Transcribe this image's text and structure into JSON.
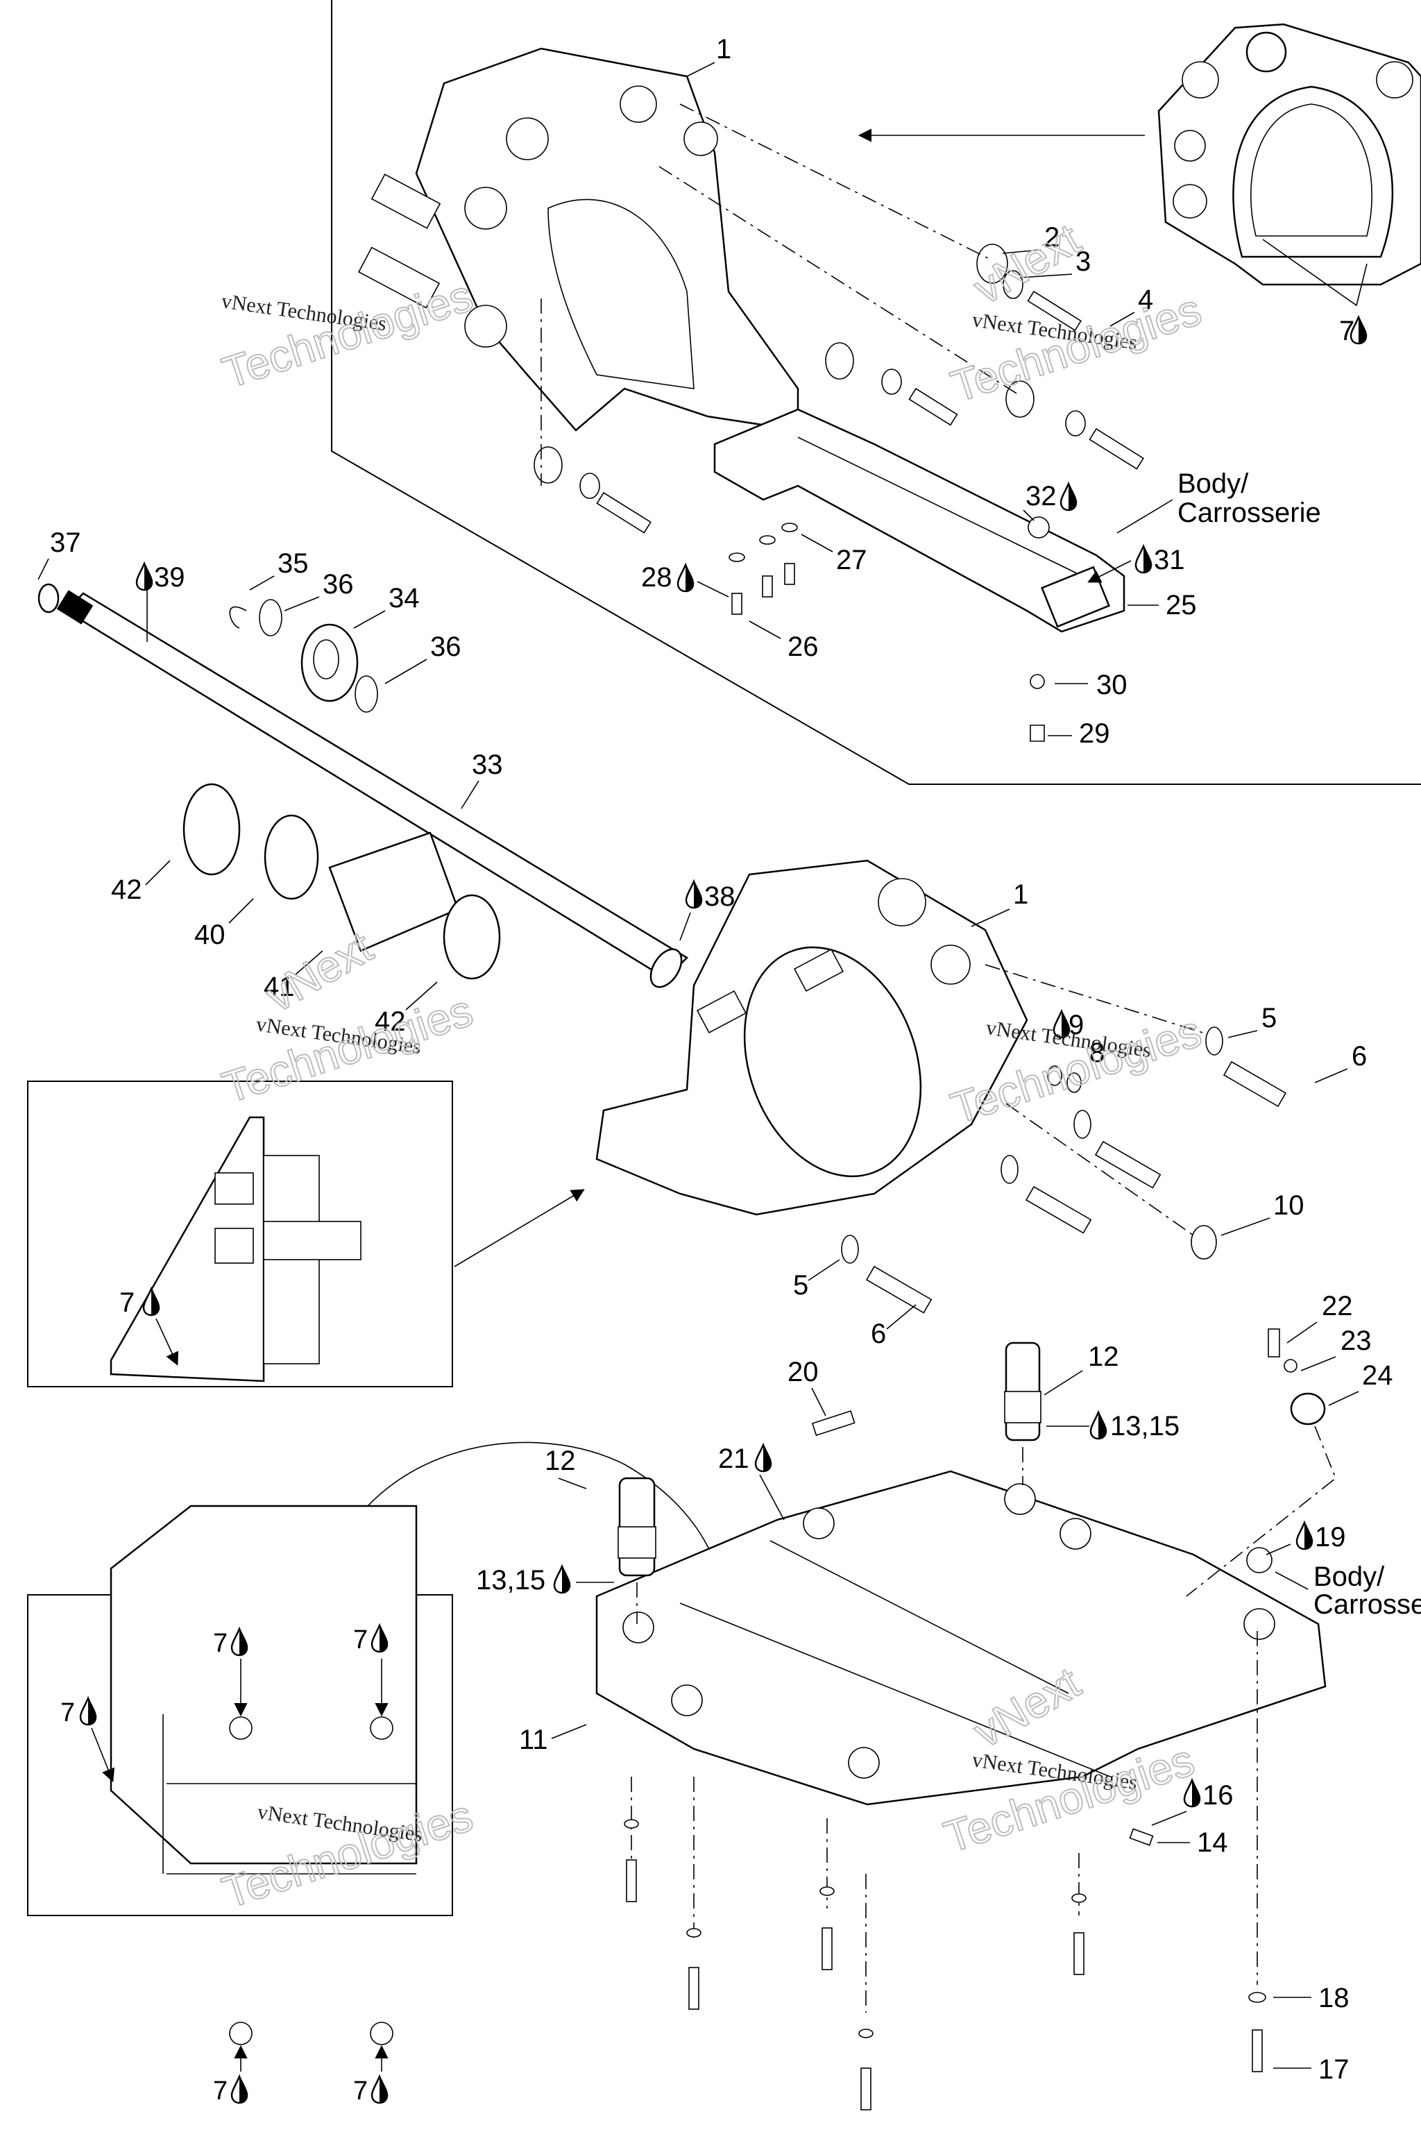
{
  "diagram": {
    "type": "exploded-parts-diagram",
    "subject": "Jet pump support / venturi housing, drive shaft and ride plate assembly",
    "legend_icons": {
      "drop": "fluid-drop-icon (apply lubricant/threadlocker/sealant)"
    },
    "callouts": {
      "c1_top": "1",
      "c2": "2",
      "c3": "3",
      "c4": "4",
      "c7_top": "7",
      "c32": "32",
      "c31": "31",
      "c25": "25",
      "c30": "30",
      "c29": "29",
      "c27": "27",
      "c28": "28",
      "c26": "26",
      "c37": "37",
      "c39": "39",
      "c35": "35",
      "c36a": "36",
      "c34": "34",
      "c36b": "36",
      "c33": "33",
      "c42a": "42",
      "c40": "40",
      "c41": "41",
      "c42b": "42",
      "c38": "38",
      "c1_mid": "1",
      "c9": "9",
      "c8": "8",
      "c5a": "5",
      "c6a": "6",
      "c10": "10",
      "c5b": "5",
      "c6b": "6",
      "c7_inset1": "7",
      "c22": "22",
      "c23": "23",
      "c24": "24",
      "c12a": "12",
      "c20": "20",
      "c13_15a": "13,15",
      "c21": "21",
      "c12b": "12",
      "c13_15b": "13,15",
      "c19": "19",
      "c11": "11",
      "c16": "16",
      "c14": "14",
      "c18": "18",
      "c17": "17",
      "c7_inset2_a": "7",
      "c7_inset2_b": "7",
      "c7_inset2_c": "7",
      "c7_inset2_d": "7",
      "c7_inset2_e": "7"
    },
    "notes": {
      "body_top_line1": "Body/",
      "body_top_line2": "Carrosserie",
      "body_bottom_line1": "Body/",
      "body_bottom_line2": "Carrosse"
    },
    "watermarks": {
      "line": "vNext Technologies",
      "outline_word1": "vNext",
      "outline_word2": "Technologies"
    }
  }
}
